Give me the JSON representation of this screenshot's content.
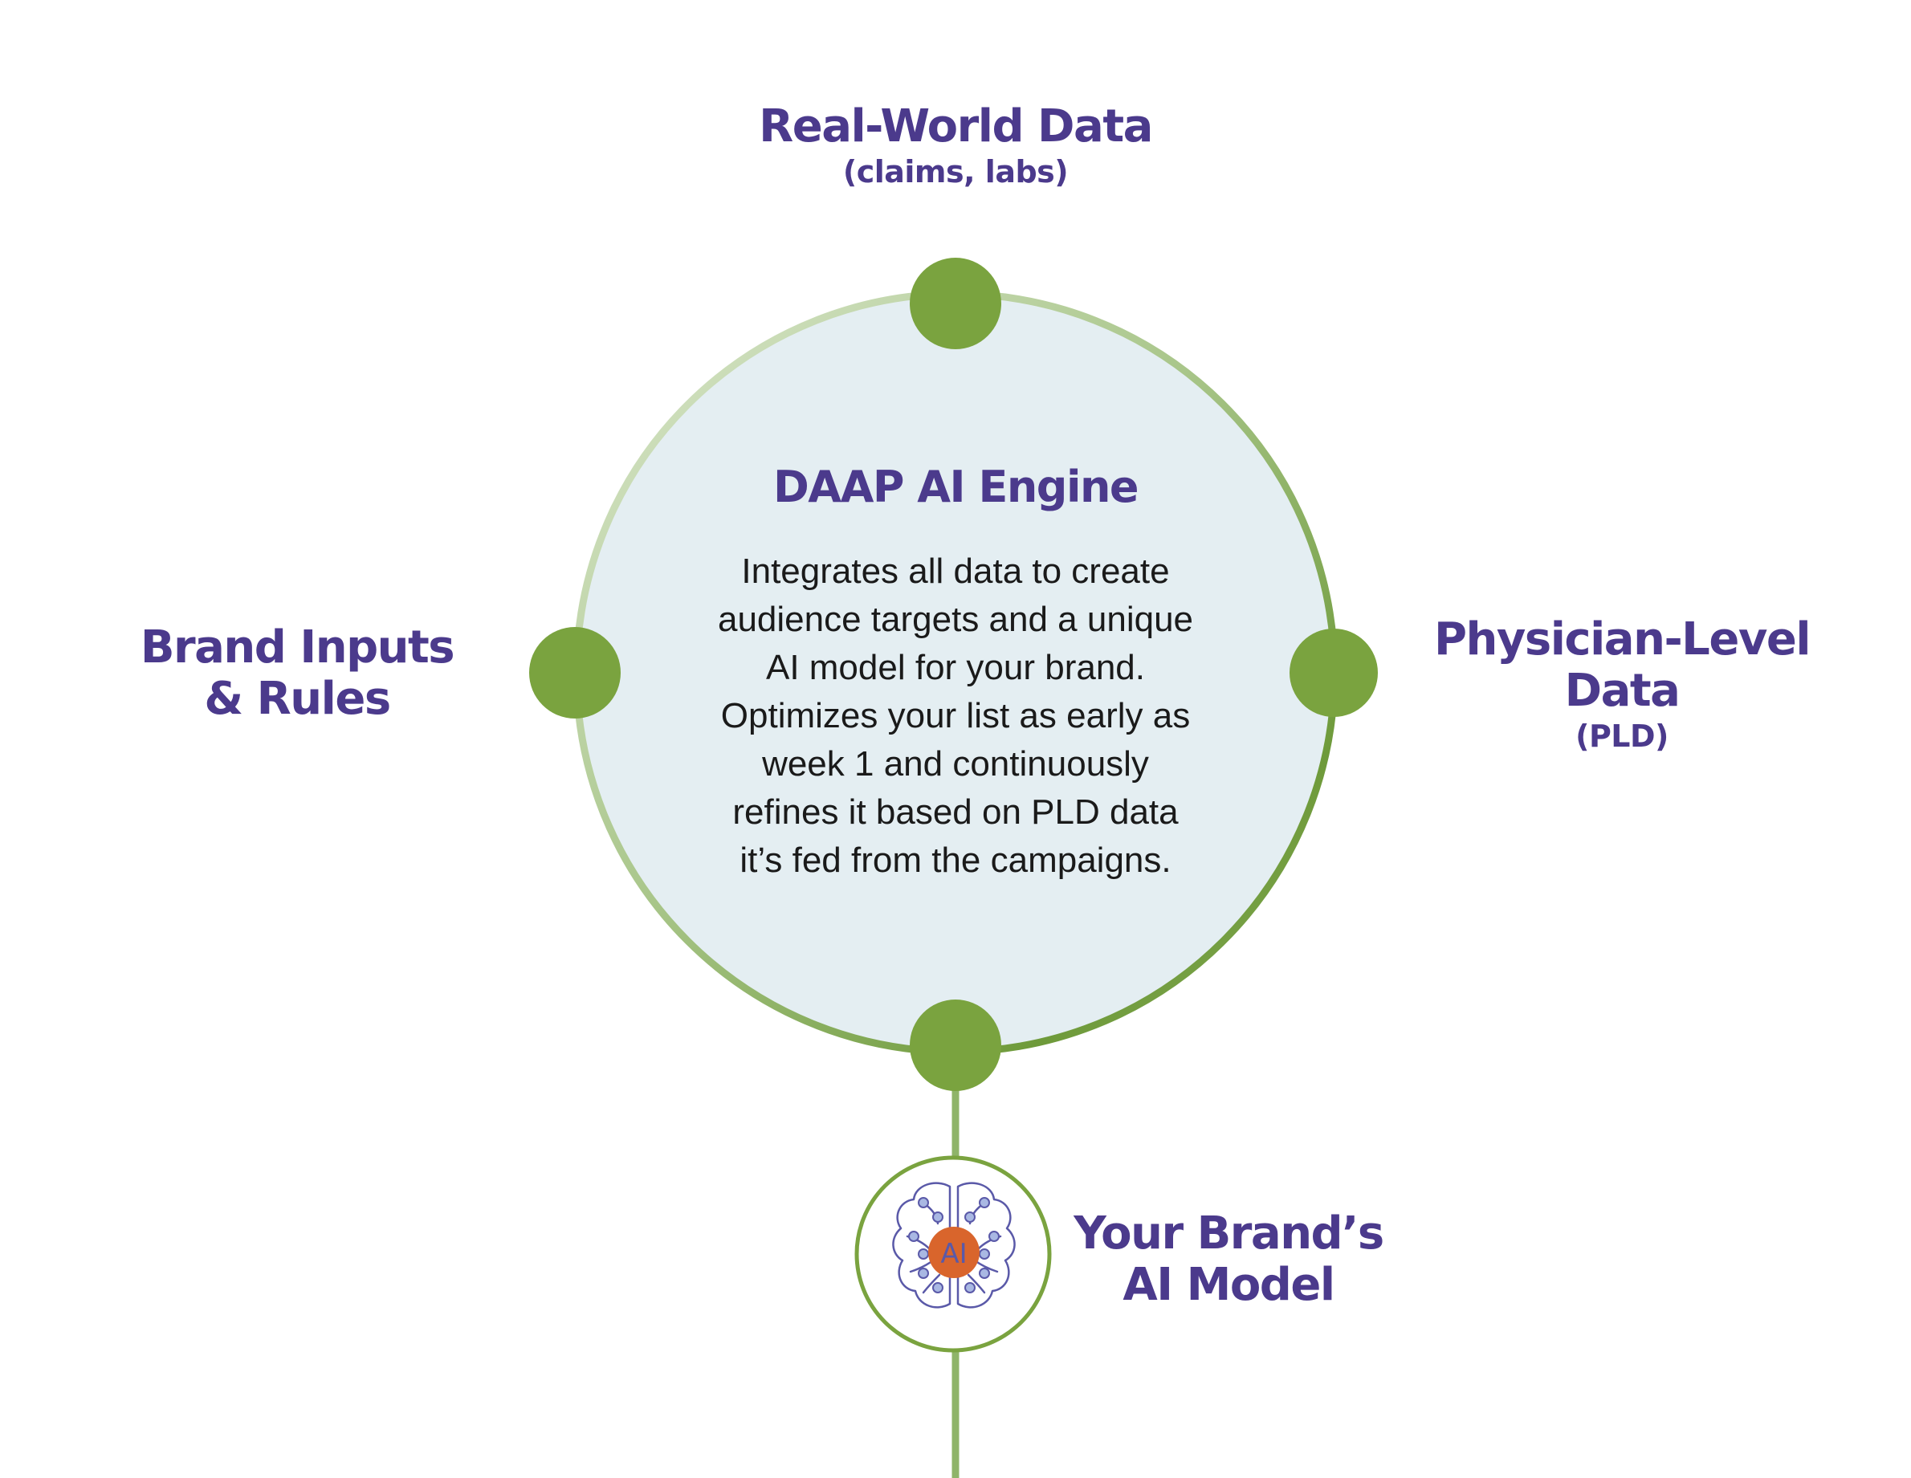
{
  "engine": {
    "title": "DAAP AI Engine",
    "description_lines": [
      "Integrates all data to create",
      "audience targets and a unique",
      "AI model for your brand.",
      "Optimizes your list as early as",
      "week 1 and continuously",
      "refines it based on PLD data",
      "it’s fed from the campaigns."
    ]
  },
  "nodes": {
    "top": {
      "title": "Real-World Data",
      "subtitle": "(claims, labs)"
    },
    "left": {
      "title_lines": [
        "Brand Inputs",
        "& Rules"
      ]
    },
    "right": {
      "title_lines": [
        "Physician-Level",
        "Data"
      ],
      "subtitle": "(PLD)"
    },
    "bottom": {
      "title_lines": [
        "Your Brand’s",
        "AI Model"
      ],
      "icon_text": "AI"
    }
  },
  "colors": {
    "accent_purple": "#4b3a8c",
    "node_green": "#7aa33f",
    "ring_green_dark": "#6e9a3a",
    "ring_green_light": "#cfe0bd",
    "engine_fill": "#e4eef2",
    "ai_orange": "#d9652c",
    "brain_stroke": "#5a59a8",
    "brain_dot": "#a9b8e3"
  },
  "icons": {
    "ai_brain": "brain-ai-icon"
  }
}
